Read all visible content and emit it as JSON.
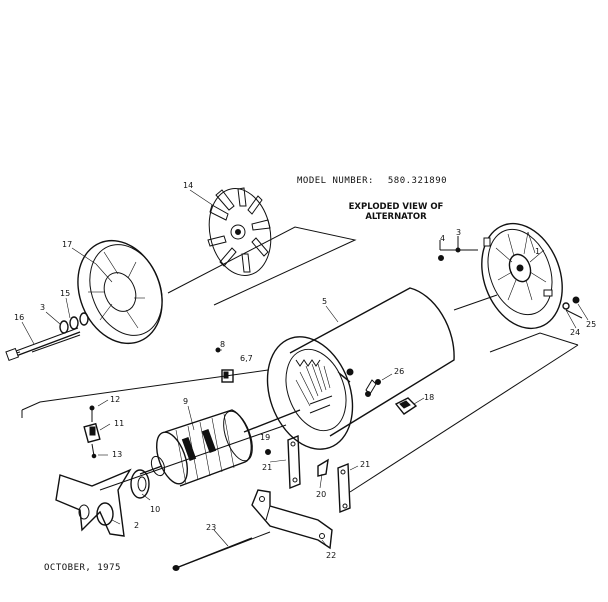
{
  "header": {
    "model_label": "MODEL NUMBER:",
    "model_number": "580.321890",
    "title_line1": "EXPLODED VIEW OF",
    "title_line2": "ALTERNATOR"
  },
  "footer": {
    "date": "OCTOBER, 1975"
  },
  "parts": {
    "p1": "1",
    "p2": "2",
    "p3a": "3",
    "p3b": "3",
    "p4": "4",
    "p5": "5",
    "p67": "6,7",
    "p8": "8",
    "p9": "9",
    "p10": "10",
    "p11": "11",
    "p12": "12",
    "p13": "13",
    "p14": "14",
    "p15": "15",
    "p16": "16",
    "p17": "17",
    "p18": "18",
    "p19": "19",
    "p20": "20",
    "p21a": "21",
    "p21b": "21",
    "p22": "22",
    "p23": "23",
    "p24": "24",
    "p25": "25",
    "p26": "26"
  }
}
